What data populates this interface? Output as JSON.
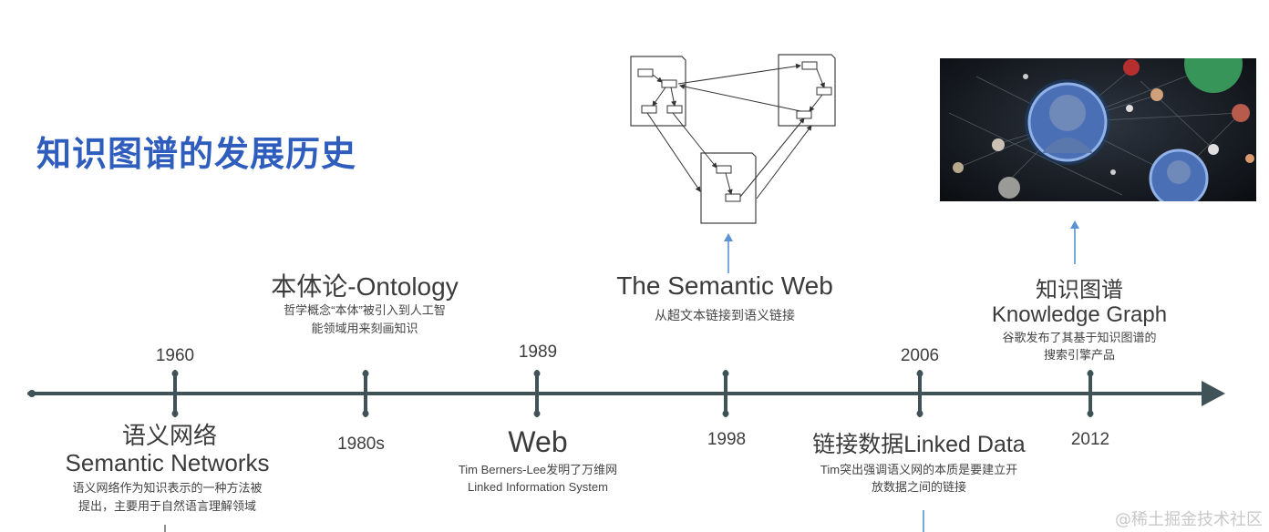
{
  "title": "知识图谱的发展历史",
  "watermark": "@稀土掘金技术社区",
  "colors": {
    "title": "#2f5dbd",
    "timeline": "#3f5258",
    "arrow_up": "#5a93d6"
  },
  "timeline": {
    "years_top": [
      "1960",
      "1989",
      "2006"
    ],
    "years_bottom": [
      "1980s",
      "1998",
      "2012"
    ]
  },
  "events": {
    "semantic_networks": {
      "title_zh": "语义网络",
      "title_en": "Semantic Networks",
      "desc": [
        "语义网络作为知识表示的一种方法被",
        "提出，主要用于自然语言理解领域"
      ]
    },
    "ontology": {
      "title": "本体论-Ontology",
      "desc": [
        "哲学概念“本体”被引入到人工智",
        "能领域用来刻画知识"
      ]
    },
    "web": {
      "title": "Web",
      "desc": [
        "Tim Berners-Lee发明了万维网",
        "Linked Information System"
      ]
    },
    "semantic_web": {
      "title": "The Semantic Web",
      "desc": [
        "从超文本链接到语义链接"
      ]
    },
    "linked_data": {
      "title": "链接数据Linked Data",
      "desc": [
        "Tim突出强调语义网的本质是要建立开",
        "放数据之间的链接"
      ]
    },
    "knowledge_graph": {
      "title_zh": "知识图谱",
      "title_en": "Knowledge Graph",
      "desc": [
        "谷歌发布了其基于知识图谱的",
        "搜索引擎产品"
      ]
    }
  }
}
